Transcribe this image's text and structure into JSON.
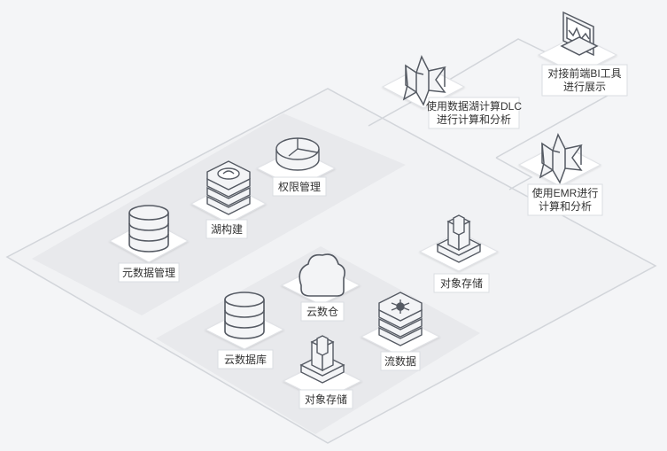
{
  "colors": {
    "background": "#f4f5f7",
    "platform_outline": "#d4d7dc",
    "platform_fill": "#f0f1f3",
    "zone_fill": "#e8e9ec",
    "icon_stroke": "#555a63",
    "icon_fill": "#f3f4f6",
    "label_bg": "#ffffff",
    "label_text": "#333333"
  },
  "labels": {
    "metadata": "元数据管理",
    "lake_build": "湖构建",
    "permissions": "权限管理",
    "cloud_warehouse": "云数仓",
    "cloud_db": "云数据库",
    "object_storage_top": "对象存储",
    "object_storage_bottom": "对象存储",
    "stream_data": "流数据",
    "dlc_line1": "使用数据湖计算DLC",
    "dlc_line2": "进行计算和分析",
    "emr_line1": "使用EMR进行",
    "emr_line2": "计算和分析",
    "bi_line1": "对接前端BI工具",
    "bi_line2": "进行展示"
  },
  "icons": {
    "metadata": "database-icon",
    "lake_build": "lake-stack-icon",
    "permissions": "permission-ring-icon",
    "cloud_warehouse": "cloud-icon",
    "cloud_db": "database-icon",
    "object_storage": "storage-tower-icon",
    "stream_data": "stream-stack-icon",
    "dlc": "compute-star-icon",
    "emr": "compute-star-icon",
    "bi": "monitor-chart-icon"
  }
}
